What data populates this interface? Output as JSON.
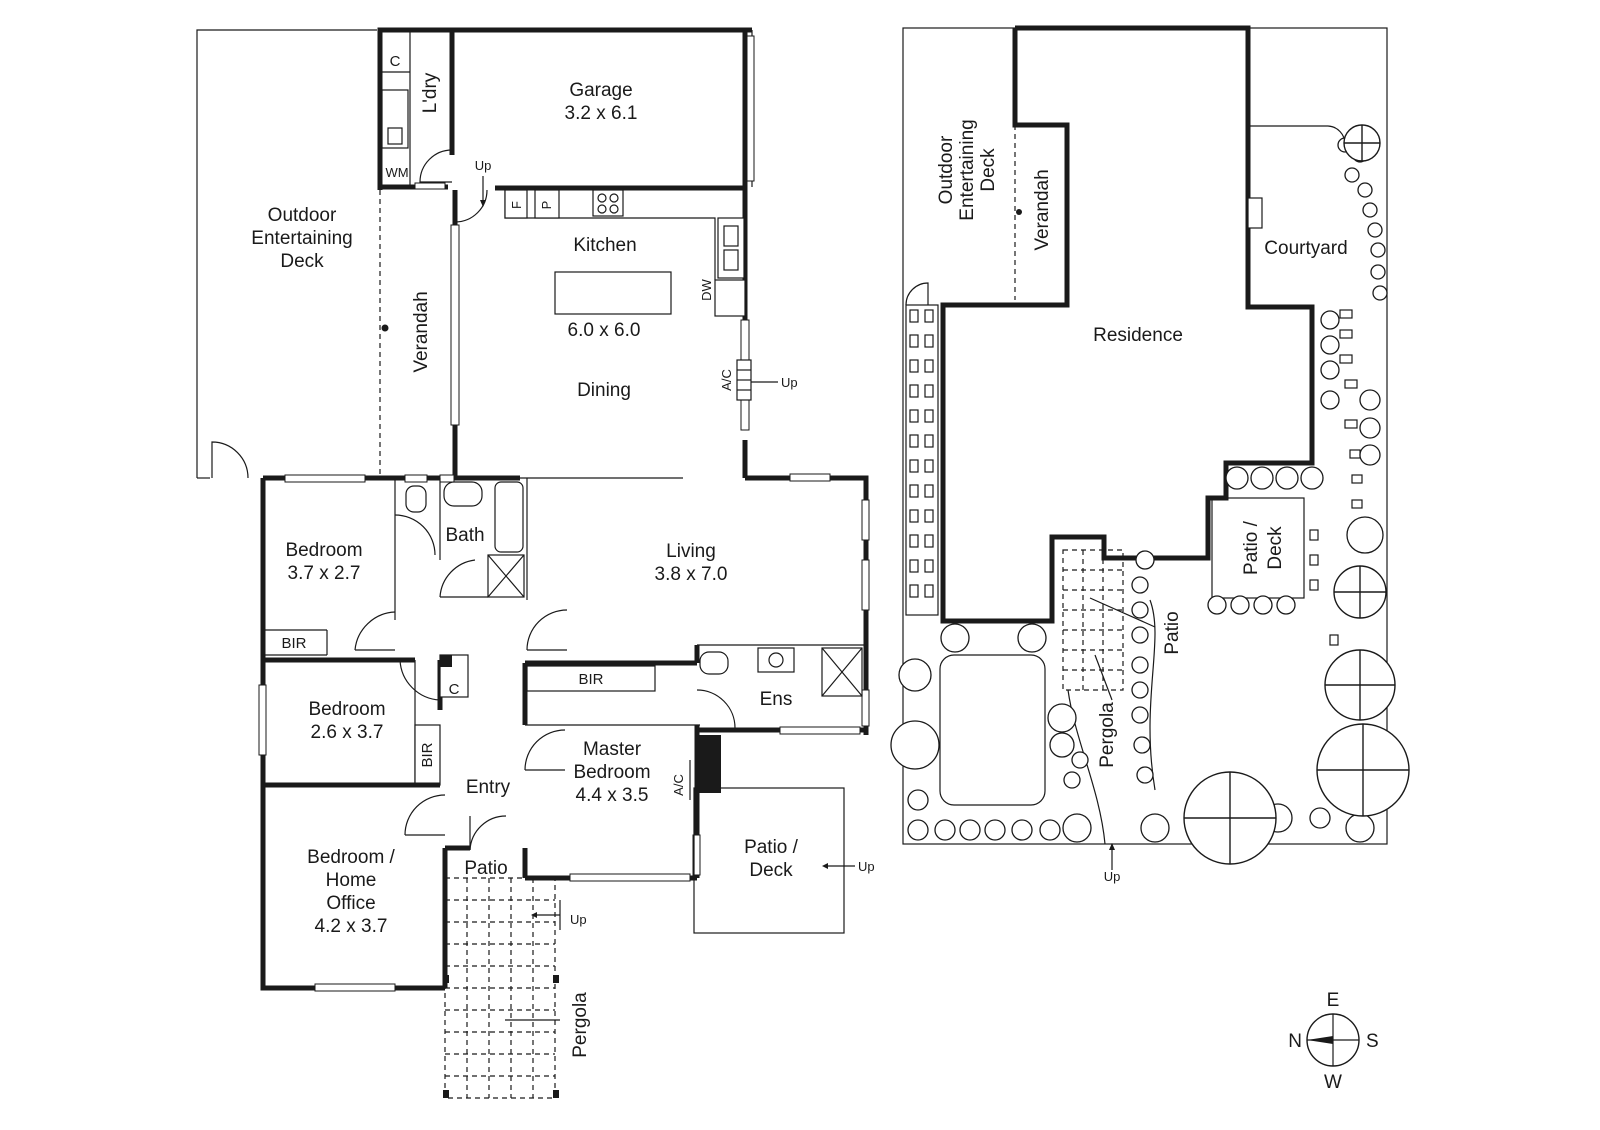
{
  "ground_floor": {
    "rooms": {
      "outdoor_deck": [
        "Outdoor",
        "Entertaining",
        "Deck"
      ],
      "verandah": "Verandah",
      "cupboard_laundry": "C",
      "laundry": "L'dry",
      "washing_machine": "WM",
      "garage": "Garage",
      "garage_size": "3.2 x 6.1",
      "up_garage": "Up",
      "fridge": "F",
      "pantry": "P",
      "kitchen": "Kitchen",
      "kitchen_size": "6.0 x 6.0",
      "dishwasher": "DW",
      "dining": "Dining",
      "ac_dining": "A/C",
      "up_dining": "Up",
      "bedroom1": "Bedroom",
      "bedroom1_size": "3.7 x 2.7",
      "bath": "Bath",
      "living": "Living",
      "living_size": "3.8 x 7.0",
      "bir1": "BIR",
      "bedroom2": "Bedroom",
      "bedroom2_size": "2.6 x 3.7",
      "cupboard_hall": "C",
      "bir2": "BIR",
      "bir_master": "BIR",
      "ensuite": "Ens",
      "master": [
        "Master",
        "Bedroom"
      ],
      "master_size": "4.4 x 3.5",
      "ac_master": "A/C",
      "entry": "Entry",
      "office": [
        "Bedroom /",
        "Home",
        "Office"
      ],
      "office_size": "4.2 x 3.7",
      "patio_entry": "Patio",
      "up_patio": "Up",
      "patio_deck": [
        "Patio /",
        "Deck"
      ],
      "up_patio_deck": "Up",
      "pergola": "Pergola"
    }
  },
  "site_plan": {
    "outdoor_deck": [
      "Outdoor",
      "Entertaining",
      "Deck"
    ],
    "verandah": "Verandah",
    "courtyard": "Courtyard",
    "residence": "Residence",
    "patio_deck": [
      "Patio /",
      "Deck"
    ],
    "patio": "Patio",
    "pergola": "Pergola",
    "up": "Up"
  },
  "compass": {
    "north": "N",
    "east": "E",
    "south": "S",
    "west": "W"
  }
}
